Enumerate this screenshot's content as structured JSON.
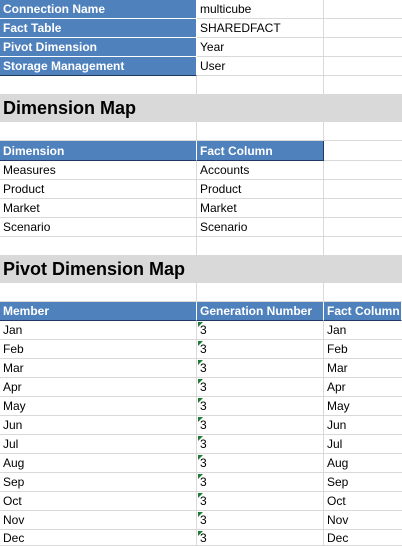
{
  "properties": [
    {
      "label": "Connection Name",
      "value": "multicube"
    },
    {
      "label": "Fact Table",
      "value": "SHAREDFACT"
    },
    {
      "label": "Pivot Dimension",
      "value": "Year"
    },
    {
      "label": "Storage Management",
      "value": "User"
    }
  ],
  "dimension_map": {
    "title": "Dimension Map",
    "headers": [
      "Dimension",
      "Fact Column"
    ],
    "rows": [
      [
        "Measures",
        "Accounts"
      ],
      [
        "Product",
        "Product"
      ],
      [
        "Market",
        "Market"
      ],
      [
        "Scenario",
        "Scenario"
      ]
    ]
  },
  "pivot_map": {
    "title": "Pivot Dimension Map",
    "headers": [
      "Member",
      "Generation Number",
      "Fact Column"
    ],
    "rows": [
      [
        "Jan",
        "3",
        "Jan"
      ],
      [
        "Feb",
        "3",
        "Feb"
      ],
      [
        "Mar",
        "3",
        "Mar"
      ],
      [
        "Apr",
        "3",
        "Apr"
      ],
      [
        "May",
        "3",
        "May"
      ],
      [
        "Jun",
        "3",
        "Jun"
      ],
      [
        "Jul",
        "3",
        "Jul"
      ],
      [
        "Aug",
        "3",
        "Aug"
      ],
      [
        "Sep",
        "3",
        "Sep"
      ],
      [
        "Oct",
        "3",
        "Oct"
      ],
      [
        "Nov",
        "3",
        "Nov"
      ],
      [
        "Dec",
        "3",
        "Dec"
      ]
    ]
  }
}
